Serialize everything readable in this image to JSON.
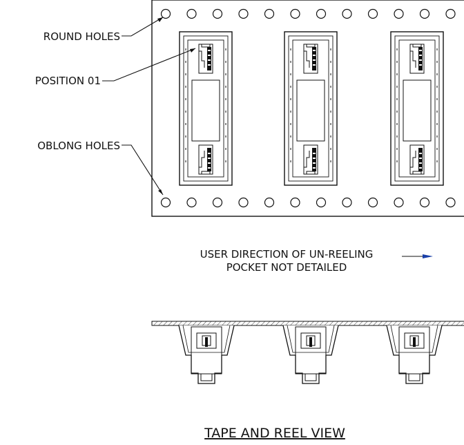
{
  "callouts": {
    "round_holes": "ROUND HOLES",
    "position_01": "POSITION 01",
    "oblong_holes": "OBLONG HOLES"
  },
  "notes": {
    "direction": "USER DIRECTION OF UN-REELING",
    "pocket": "POCKET NOT DETAILED"
  },
  "title": "TAPE AND REEL VIEW",
  "colors": {
    "line": "#111111",
    "direction_arrow": "#1a3fa8"
  }
}
